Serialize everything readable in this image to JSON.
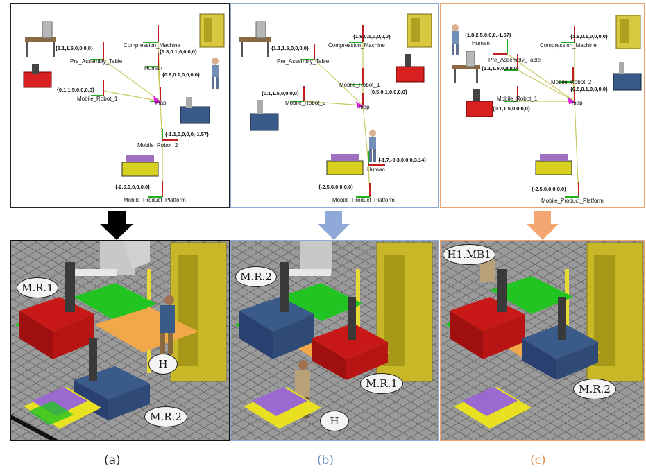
{
  "colors": {
    "panel_a": "#222222",
    "panel_b": "#8fa9d9",
    "panel_c": "#f0a270",
    "arrow_a": "#000000",
    "arrow_b": "#8fa9d9",
    "arrow_c": "#f3a671"
  },
  "panels": [
    {
      "caption": "(a)",
      "frames": {
        "pre_assembly_table": "Pre_Assembly_Table",
        "compression_machine": "Compression_Machine",
        "human": "Human",
        "mobile_robot_1": "Mobile_Robot_1",
        "map": "map",
        "mobile_robot_2": "Mobile_Robot_2",
        "mobile_product_platform": "Mobile_Product_Platform"
      },
      "coords": {
        "table": "{1.1,1.5,0,0,0,0}",
        "compression": "{1.8,0.1,0,0,0,0}",
        "human": "{0.9,0.1,0,0,0,0}",
        "robot1": "{0.1,1.5,0,0,0,0}",
        "robot2": "{-1.1,0,0,0,0,-1.57}",
        "platform": "{-2.5,0,0,0,0,0}"
      },
      "tags": [
        "M.R.1",
        "H",
        "M.R.2"
      ]
    },
    {
      "caption": "(b)",
      "frames": {
        "pre_assembly_table": "Pre_Assembly_Table",
        "compression_machine": "Compression_Machine",
        "mobile_robot_1": "Mobile_Robot_1",
        "mobile_robot_2": "Mobile_Robot_2",
        "map": "map",
        "human": "Human",
        "mobile_product_platform": "Mobile_Product_Platform"
      },
      "coords": {
        "table": "{1.1,1.5,0,0,0,0}",
        "compression": "{1.8,0.1,0,0,0,0}",
        "robot1": "{0.5,0.1,0,0,0,0}",
        "robot2": "{0.1,1.5,0,0,0,0}",
        "human": "{-1.7,-0.3,0,0,0,3.14}",
        "platform": "{-2.5,0,0,0,0,0}"
      },
      "tags": [
        "M.R.2",
        "M.R.1",
        "H"
      ]
    },
    {
      "caption": "(c)",
      "frames": {
        "human": "Human",
        "compression_machine": "Compression_Machine",
        "pre_assembly_table": "Pre_Assembly_Table",
        "mobile_robot_2": "Mobile_Robot_2",
        "mobile_robot_1": "Mobile_Robot_1",
        "map": "map",
        "mobile_product_platform": "Mobile_Product_Platform"
      },
      "coords": {
        "human": "{1.8,2.5,0,0,0,-1.57}",
        "compression": "{1.8,0.1,0,0,0,0}",
        "table": "{1.1,1.5,0,0,0,0}",
        "robot2": "{0.5,0.1,0,0,0,0}",
        "robot1": "{0.1,1.5,0,0,0,0}",
        "platform": "{-2.5,0,0,0,0,0}"
      },
      "tags": [
        "H1.MB1",
        "M.R.2"
      ]
    }
  ]
}
